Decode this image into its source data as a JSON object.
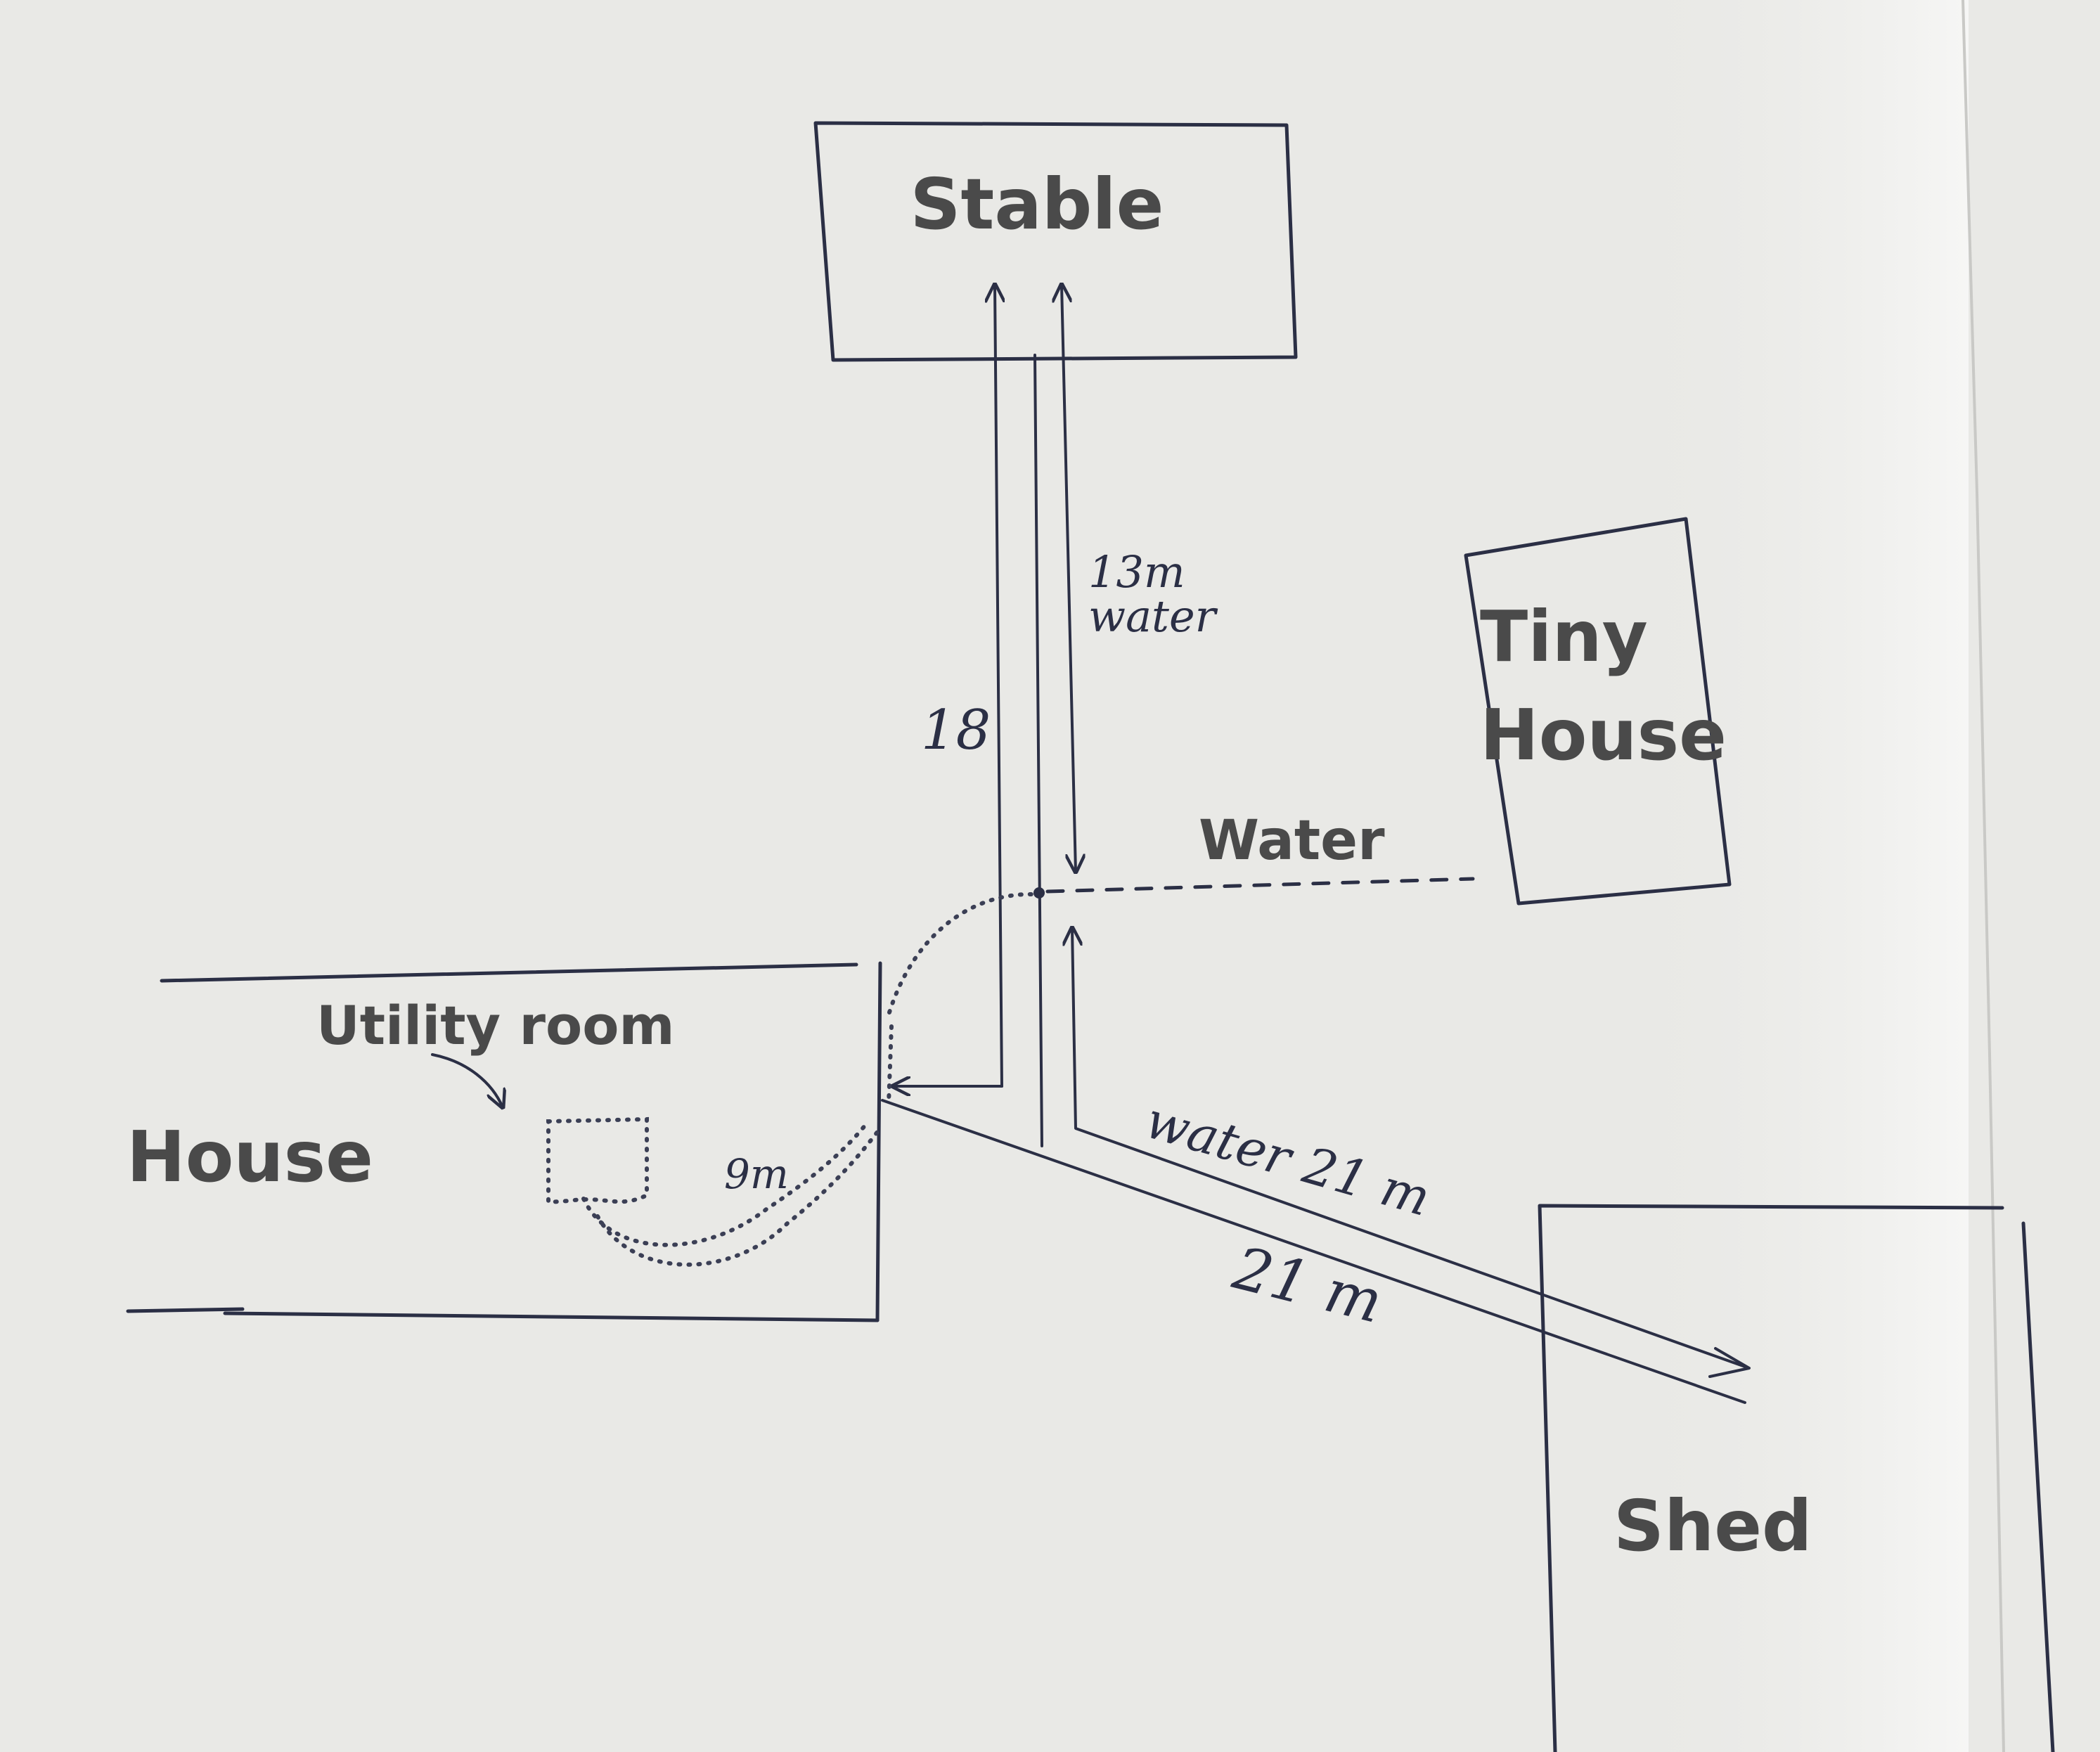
{
  "labels": {
    "stable": "Stable",
    "tiny_house_line1": "Tiny",
    "tiny_house_line2": "House",
    "water_main": "Water",
    "utility_room": "Utility room",
    "house": "House",
    "shed": "Shed"
  },
  "handwritten": {
    "stable_water_line1": "13m",
    "stable_water_line2": "water",
    "stable_distance": "18",
    "utility_distance": "9m",
    "shed_water": "water 21 m",
    "shed_distance": "21 m"
  },
  "colors": {
    "paper": "#e9e9e6",
    "ink": "#2b2f45",
    "typed_text": "#4a4a4a"
  }
}
